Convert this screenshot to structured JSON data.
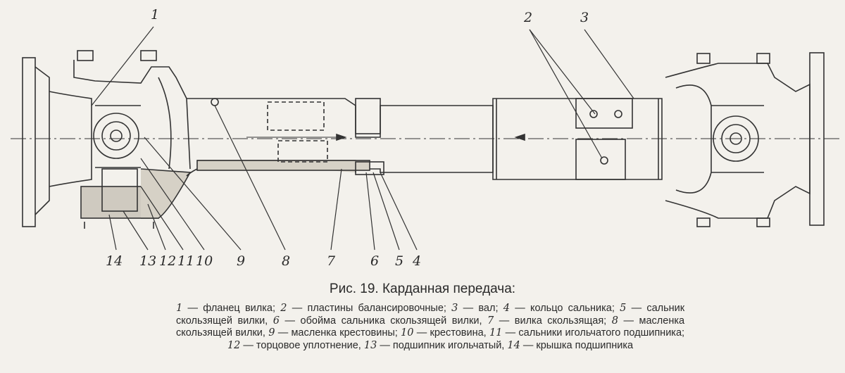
{
  "figure": {
    "title": "Рис. 19. Карданная передача:",
    "callouts_top": [
      "1",
      "2",
      "3"
    ],
    "callouts_bottom": [
      "14",
      "13",
      "12",
      "11",
      "10",
      "9",
      "8",
      "7",
      "6",
      "5",
      "4"
    ],
    "legend": [
      {
        "num": "1",
        "text": "фланец вилка;"
      },
      {
        "num": "2",
        "text": "пластины балансировочные;"
      },
      {
        "num": "3",
        "text": "вал;"
      },
      {
        "num": "4",
        "text": "кольцо сальника;"
      },
      {
        "num": "5",
        "text": "сальник скользящей вилки,"
      },
      {
        "num": "6",
        "text": "обойма сальника скользящей вилки,"
      },
      {
        "num": "7",
        "text": "вилка скользящая;"
      },
      {
        "num": "8",
        "text": "масленка скользящей вилки,"
      },
      {
        "num": "9",
        "text": "масленка крестовины;"
      },
      {
        "num": "10",
        "text": "крестовина,"
      },
      {
        "num": "11",
        "text": "сальники игольчатого подшипника;"
      },
      {
        "num": "12",
        "text": "торцовое уплотнение,"
      },
      {
        "num": "13",
        "text": "подшипник игольчатый,"
      },
      {
        "num": "14",
        "text": "крышка подшипника"
      }
    ]
  }
}
